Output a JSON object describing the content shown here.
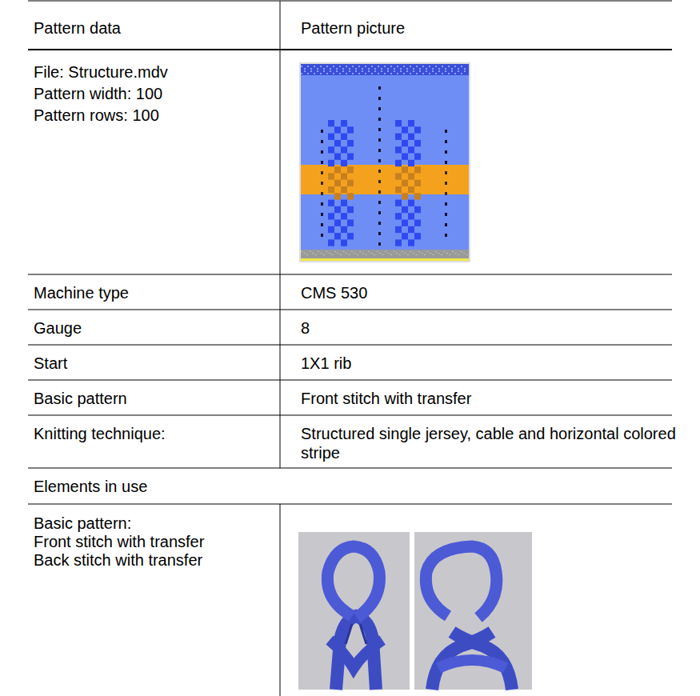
{
  "diagram": {
    "labels": [
      "Pattern data",
      "Pattern picture",
      "File: Structure.mdv",
      "Pattern width: 100",
      "Pattern rows: 100",
      "Machine type",
      "CMS 530",
      "Gauge",
      "8",
      "Start",
      "1X1 rib",
      "Basic pattern",
      "Front stitch with transfer",
      "Knitting technique:",
      "Structured single jersey, cable and horizontal colored stripe",
      "Elements in use",
      "Basic pattern:",
      "Front stitch with transfer",
      "Back stitch with transfer"
    ]
  }
}
